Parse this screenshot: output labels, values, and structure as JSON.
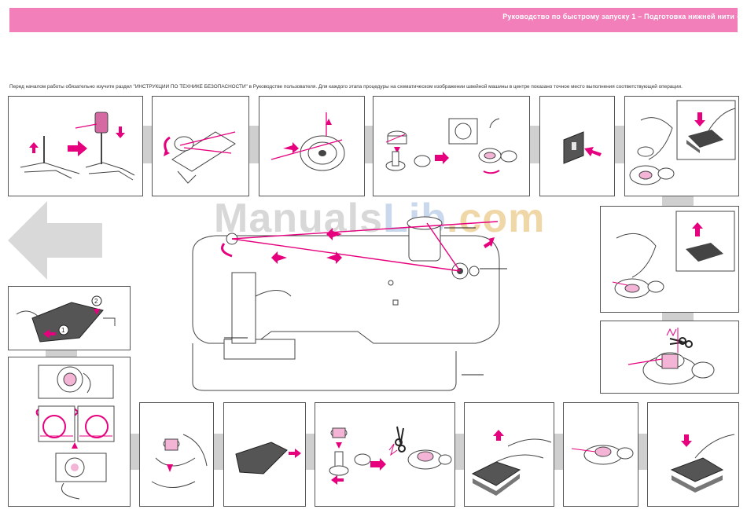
{
  "header": {
    "title": "Руководство по быстрому запуску 1 – Подготовка нижней нити –",
    "bar_color": "#f37fba"
  },
  "intro": {
    "text": "Перед началом работы обязательно изучите раздел \"ИНСТРУКЦИИ ПО ТЕХНИКЕ БЕЗОПАСНОСТИ\" в Руководстве пользователя. Для каждого этапа процедуры на схематическом изображении швейной машины в центре показано точное место выполнения соответствующей операции."
  },
  "watermark": {
    "part1": "Manuals",
    "part2": "Lib",
    "part3": ".com"
  },
  "symbols": {
    "ok": "O",
    "ng": "✕",
    "step1": "1",
    "step2": "2"
  },
  "colors": {
    "accent": "#e6007e",
    "line": "#444444",
    "separator": "#cfcfcf"
  },
  "icons": [
    "spool-icon",
    "bobbin-icon",
    "scissors-icon",
    "foot-pedal-icon",
    "arrow-icon"
  ]
}
